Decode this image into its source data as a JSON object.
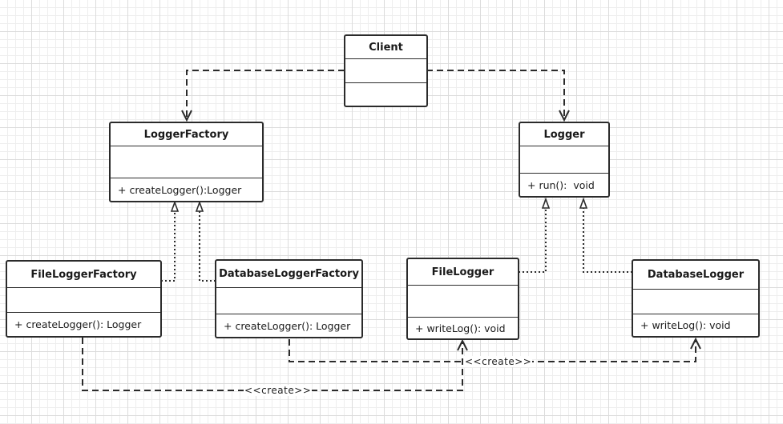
{
  "classes": {
    "client": {
      "name": "Client",
      "operation": ""
    },
    "logger_factory": {
      "name": "LoggerFactory",
      "operation": "+ createLogger():Logger"
    },
    "logger": {
      "name": "Logger",
      "operation": "+ run():  void"
    },
    "file_logger_factory": {
      "name": "FileLoggerFactory",
      "operation": "+ createLogger(): Logger"
    },
    "database_logger_factory": {
      "name": "DatabaseLoggerFactory",
      "operation": "+ createLogger(): Logger"
    },
    "file_logger": {
      "name": "FileLogger",
      "operation": "+ writeLog(): void"
    },
    "database_logger": {
      "name": "DatabaseLogger",
      "operation": "+ writeLog(): void"
    }
  },
  "relations": {
    "create_label_1": "<<create>>",
    "create_label_2": "<<create>>"
  },
  "colors": {
    "line": "#2b2b2b",
    "grid": "#dcdcdc",
    "background": "#ffffff"
  }
}
